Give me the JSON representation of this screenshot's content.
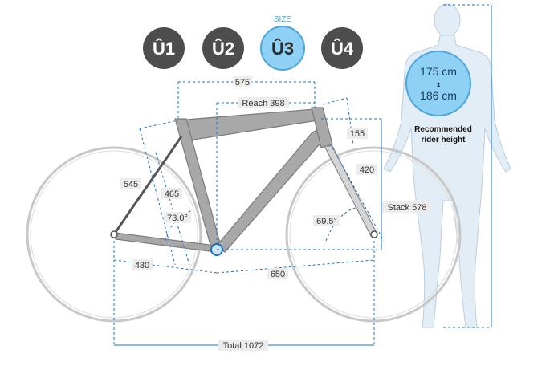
{
  "size_selector": {
    "heading": "SIZE",
    "sizes": [
      {
        "label": "Û1",
        "selected": false
      },
      {
        "label": "Û2",
        "selected": false
      },
      {
        "label": "Û3",
        "selected": true
      },
      {
        "label": "Û4",
        "selected": false
      }
    ]
  },
  "geometry": {
    "top_tube": "575",
    "reach": "Reach 398",
    "head_tube": "155",
    "fork_length": "420",
    "stack": "Stack 578",
    "seat_tube_ct": "545",
    "seat_tube_cc": "465",
    "seat_angle": "73.0°",
    "head_angle": "69.5°",
    "chainstay": "430",
    "front_center": "650",
    "total": "Total 1072"
  },
  "rider": {
    "height_min": "175 cm",
    "height_max": "186 cm",
    "range_arrow": "⬍",
    "caption_line1": "Recommended",
    "caption_line2": "rider height"
  },
  "colors": {
    "accent": "#1f6fc0",
    "selected_fill": "#8fd0f5",
    "unselected_fill": "#4d4d4d",
    "frame": "#a8a8a8",
    "silhouette": "#e3edf5"
  }
}
